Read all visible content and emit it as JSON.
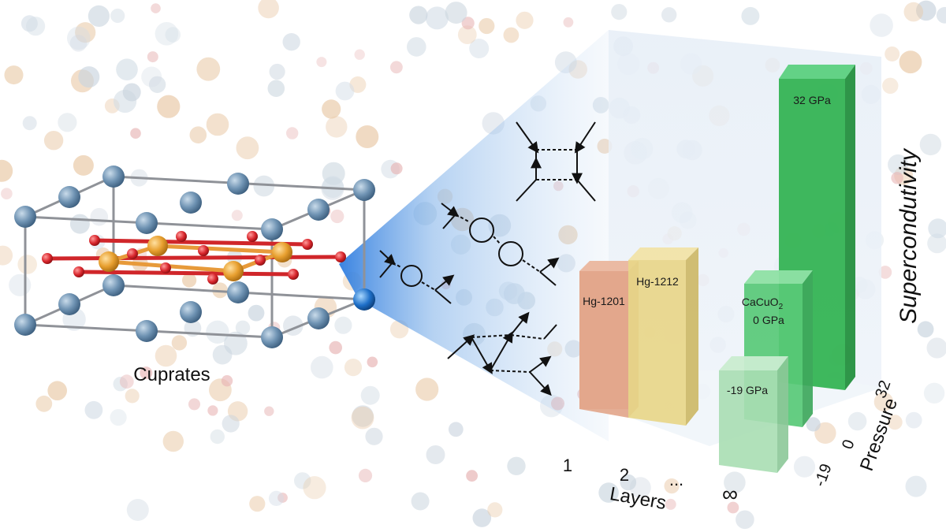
{
  "figure": {
    "crystal_label": "Cuprates",
    "y_axis_label": "Supercondutivity",
    "layers_axis": {
      "title": "Layers",
      "ticks": [
        "1",
        "2",
        "...",
        "∞"
      ]
    },
    "pressure_axis": {
      "title": "Pressure",
      "ticks": [
        "32",
        "0",
        "-19"
      ]
    },
    "bars": [
      {
        "label": "Hg-1201",
        "color": "#e2a58a"
      },
      {
        "label": "Hg-1212",
        "color": "#e8d689"
      },
      {
        "label": "-19 GPa",
        "color": "#a9deb2",
        "pressure_gpa": -19
      },
      {
        "label_line1": "CaCuO",
        "label_sub": "2",
        "label_line2": "0 GPa",
        "color": "#58c977",
        "pressure_gpa": 0
      },
      {
        "label": "32 GPa",
        "color": "#2fb24f",
        "pressure_gpa": 32
      }
    ]
  }
}
